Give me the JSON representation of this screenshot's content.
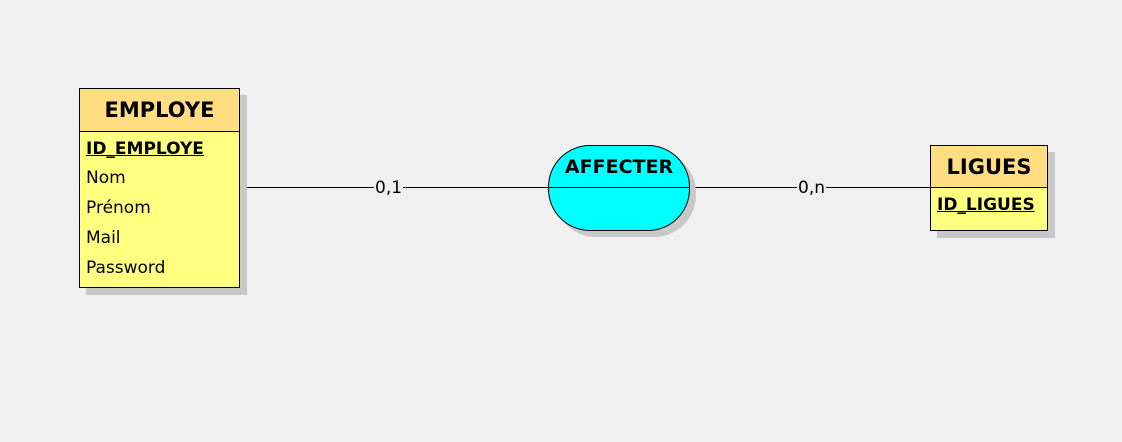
{
  "entities": {
    "employe": {
      "name": "EMPLOYE",
      "key": "ID_EMPLOYE",
      "attributes": [
        "Nom",
        "Prénom",
        "Mail",
        "Password"
      ]
    },
    "ligues": {
      "name": "LIGUES",
      "key": "ID_LIGUES",
      "attributes": []
    }
  },
  "association": {
    "name": "AFFECTER"
  },
  "links": {
    "employe_affecter": {
      "cardinality": "0,1"
    },
    "affecter_ligues": {
      "cardinality": "0,n"
    }
  },
  "colors": {
    "background": "#f0f0f0",
    "entity_fill": "#ffff80",
    "entity_header": "#ffdd80",
    "association_fill": "#00ffff",
    "shadow": "#c8c8c8"
  }
}
